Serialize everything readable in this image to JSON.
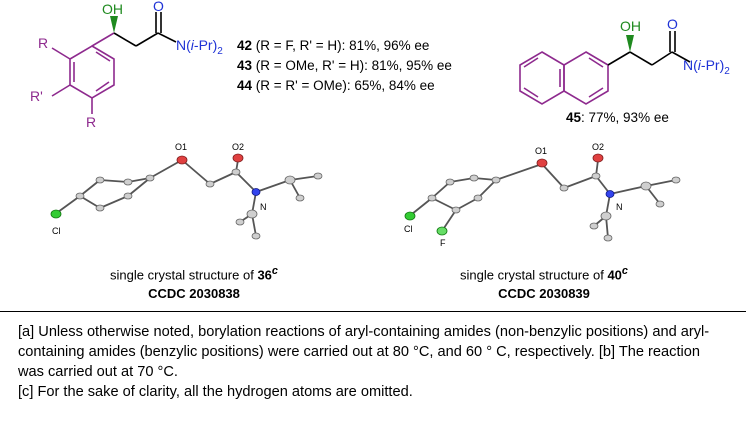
{
  "structures": {
    "left_scaffold": {
      "substituents": {
        "r1": "R",
        "r_prime": "R'",
        "r2": "R"
      },
      "oh_label": "OH",
      "o_label": "O",
      "amide_label_prefix": "N(",
      "amide_label_ital": "i",
      "amide_label_suffix": "-Pr)",
      "amide_label_sub": "2"
    },
    "naphthyl": {
      "oh_label": "OH",
      "o_label": "O",
      "amide_label_prefix": "N(",
      "amide_label_ital": "i",
      "amide_label_suffix": "-Pr)",
      "amide_label_sub": "2"
    }
  },
  "compounds": [
    {
      "id": "42",
      "text": " (R = F, R' = H): 81%, 96% ee"
    },
    {
      "id": "43",
      "text": " (R = OMe, R' = H): 81%, 95% ee"
    },
    {
      "id": "44",
      "text": " (R = R' = OMe): 65%, 84% ee"
    }
  ],
  "compound_45": {
    "id": "45",
    "text": ": 77%, 93% ee"
  },
  "crystal_left": {
    "atoms": {
      "o1": "O1",
      "o2": "O2",
      "n": "N",
      "cl": "Cl"
    },
    "caption_prefix": "single crystal structure of ",
    "caption_id": "36",
    "caption_sup": "c",
    "ccdc": "CCDC 2030838"
  },
  "crystal_right": {
    "atoms": {
      "o1": "O1",
      "o2": "O2",
      "n": "N",
      "cl": "Cl",
      "f": "F"
    },
    "caption_prefix": "single crystal structure of ",
    "caption_id": "40",
    "caption_sup": "c",
    "ccdc": "CCDC 2030839"
  },
  "footnotes": [
    "[a] Unless otherwise noted, borylation reactions of aryl-containing amides (non-benzylic positions) and aryl-containing amides (benzylic positions) were carried out at 80 °C, and 60 ° C, respectively.  [b] The reaction was carried out at 70 °C.",
    "[c] For the sake of clarity, all the hydrogen atoms are omitted."
  ],
  "colors": {
    "purple": "#8e2a8e",
    "green": "#1f8a1f",
    "blue": "#1f33d6",
    "oxygen_ellipsoid": "#e04040",
    "nitrogen_ellipsoid": "#3344ee",
    "chlorine_ellipsoid": "#33cc33",
    "carbon_ellipsoid": "#bdbdbd"
  }
}
